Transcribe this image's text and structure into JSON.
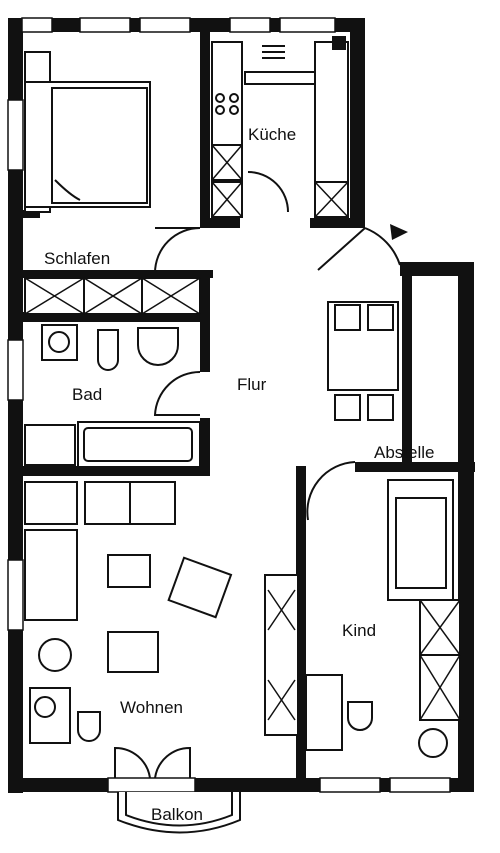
{
  "floorplan": {
    "rooms": {
      "schlafen": "Schlafen",
      "kueche": "Küche",
      "bad": "Bad",
      "flur": "Flur",
      "abstelle": "Abstelle",
      "kind": "Kind",
      "wohnen": "Wohnen",
      "balkon": "Balkon"
    }
  },
  "colors": {
    "ink": "#111111",
    "paper": "#ffffff"
  }
}
